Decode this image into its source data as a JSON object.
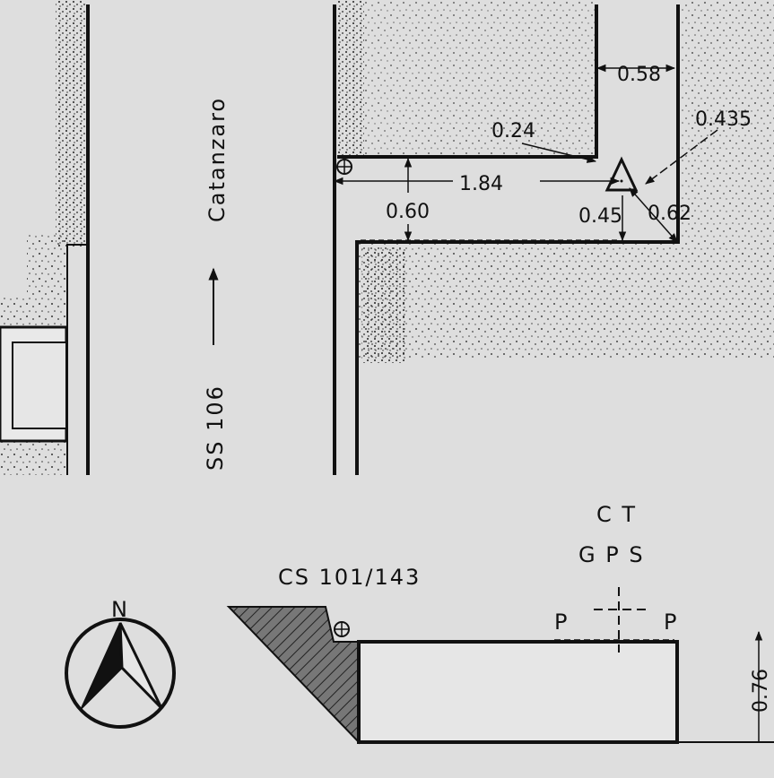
{
  "road": {
    "name": "SS 106",
    "destination": "Catanzaro",
    "direction_icon": "arrow-right-icon"
  },
  "dimensions": {
    "d_058": "0.58",
    "d_0435": "0.435",
    "d_024": "0.24",
    "d_184": "1.84",
    "d_060": "0.60",
    "d_045": "0.45",
    "d_062": "0.62",
    "d_076": "0.76"
  },
  "benchmark": {
    "code": "CS 101/143",
    "gps_line1": "C T",
    "gps_line2": "G P S",
    "point_left": "P",
    "point_right": "P"
  },
  "compass": {
    "north_label": "N",
    "icon": "north-arrow-icon"
  },
  "markers": {
    "triangle": "triangle-marker-icon",
    "benchmark_symbol": "benchmark-circle-icon"
  },
  "colors": {
    "background": "#dedede",
    "ink": "#111111",
    "hatch_fill": "#6a6a6a",
    "light_fill": "#e9e9e9"
  }
}
